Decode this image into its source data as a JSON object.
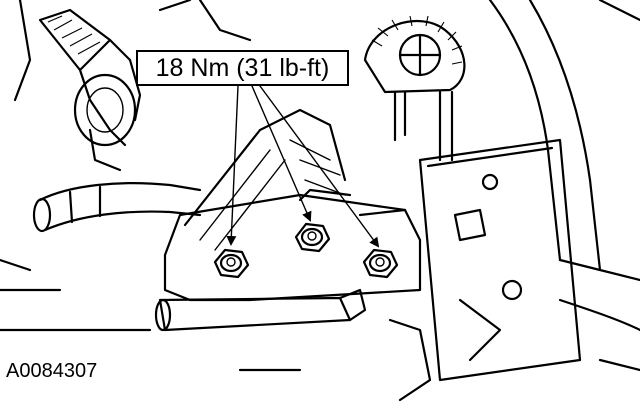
{
  "callout": {
    "torque_label": "18 Nm (31 lb-ft)"
  },
  "figure": {
    "id": "A0084307"
  },
  "components": {
    "fastener_icon": "hex-flange-nut-icon",
    "fastener_count": 3
  }
}
